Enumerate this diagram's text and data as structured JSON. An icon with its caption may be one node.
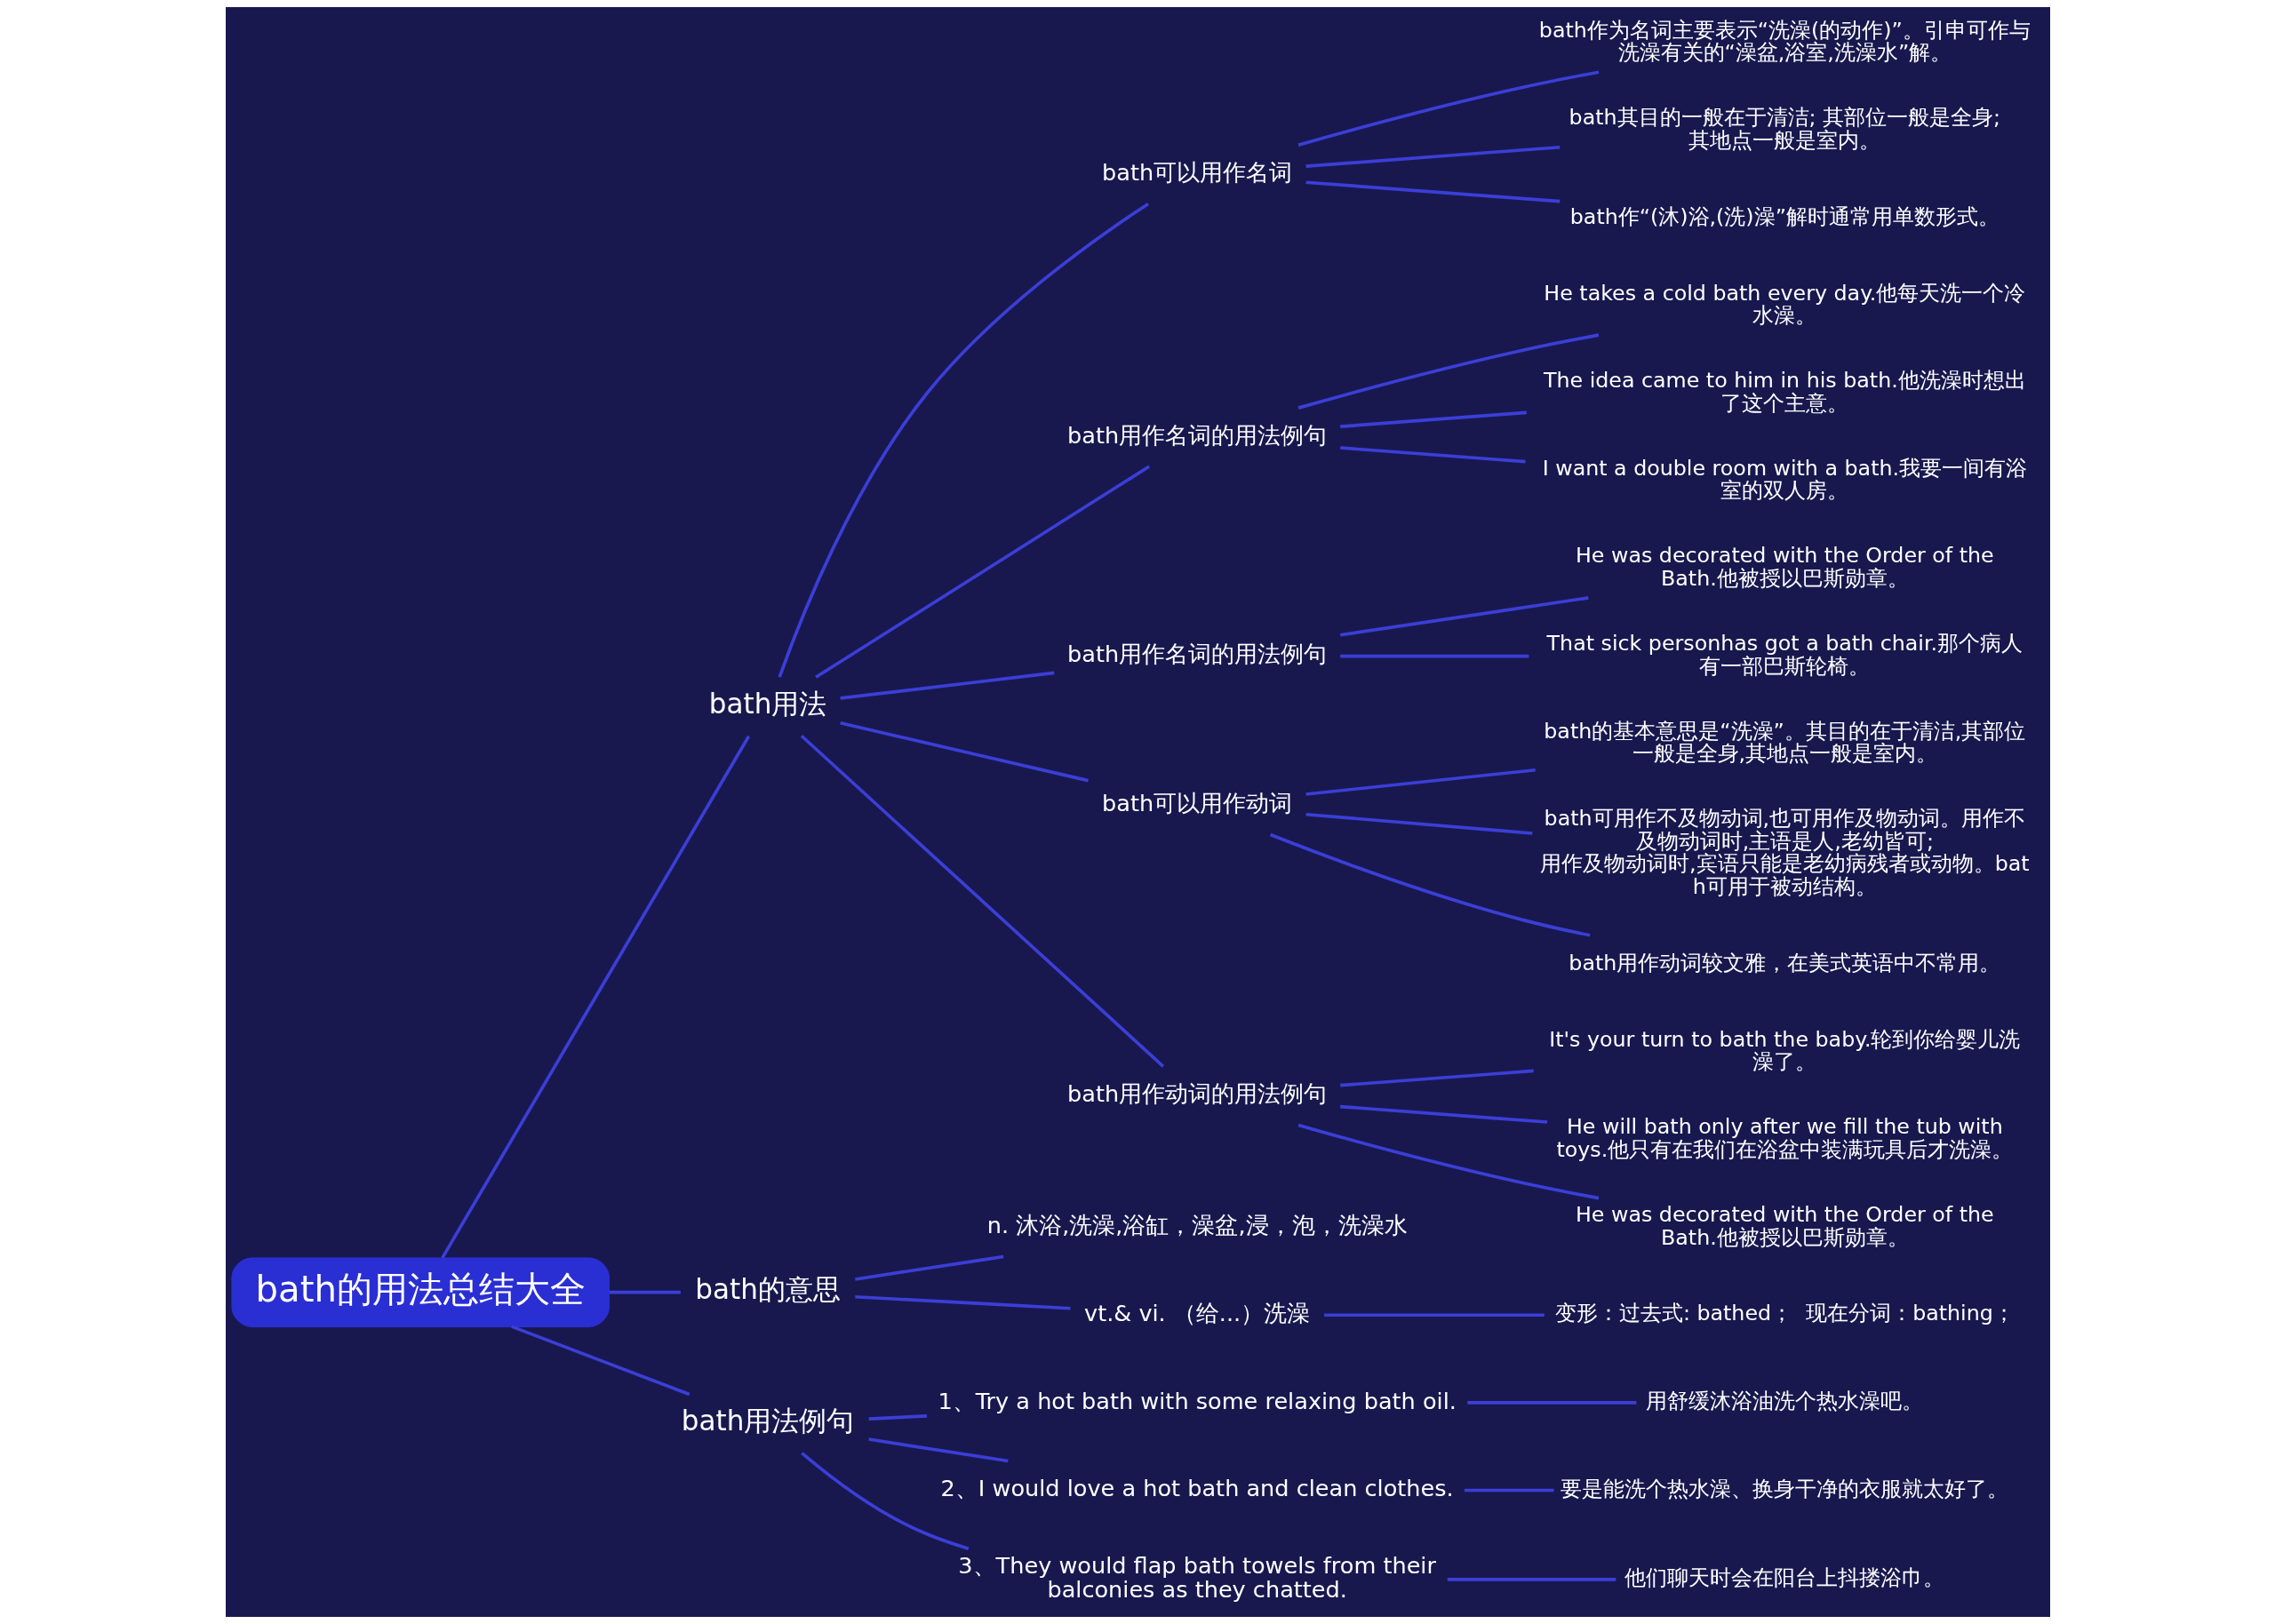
{
  "diagram": {
    "nodes": [
      {
        "text": [
          "bath的用法总结大全"
        ]
      },
      {
        "text": [
          "bath用法"
        ]
      },
      {
        "text": [
          "bath可以用作名词"
        ]
      },
      {
        "text": [
          "bath作为名词主要表示“洗澡(的动作)”。引申可作与洗澡有关的“澡盆,浴室,洗澡水”解。"
        ]
      },
      {
        "text": [
          "bath其目的一般在于清洁; 其部位一般是全身; 其地点一般是室内。"
        ]
      },
      {
        "text": [
          "bath作“(沐)浴,(洗)澡”解时通常用单数形式。"
        ]
      },
      {
        "text": [
          "bath用作名词的用法例句"
        ]
      },
      {
        "text": [
          "He takes a cold bath every day.他每天洗一个冷水澡。"
        ]
      },
      {
        "text": [
          "The idea came to him in his bath.他洗澡时想出了这个主意。"
        ]
      },
      {
        "text": [
          "I want a double room with a bath.我要一间有浴室的双人房。"
        ]
      },
      {
        "text": [
          "bath用作名词的用法例句"
        ]
      },
      {
        "text": [
          "He was decorated with the Order of the Bath.他被授以巴斯勋章。"
        ]
      },
      {
        "text": [
          "That sick personhas got a bath chair.那个病人有一部巴斯轮椅。"
        ]
      },
      {
        "text": [
          "bath可以用作动词"
        ]
      },
      {
        "text": [
          "bath的基本意思是“洗澡”。其目的在于清洁,其部位一般是全身,其地点一般是室内。"
        ]
      },
      {
        "text": [
          "bath可用作不及物动词,也可用作及物动词。用作不及物动词时,主语是人,老幼皆可; 用作及物动词时,宾语只能是老幼病残者或动物。bath可用于被动结构。"
        ]
      },
      {
        "text": [
          "bath用作动词较文雅，在美式英语中不常用。"
        ]
      },
      {
        "text": [
          "bath用作动词的用法例句"
        ]
      },
      {
        "text": [
          "It's your turn to bath the baby.轮到你给婴儿洗澡了。"
        ]
      },
      {
        "text": [
          "He will bath only after we fill the tub with toys.他只有在我们在浴盆中装满玩具后才洗澡。"
        ]
      },
      {
        "text": [
          "He was decorated with the Order of the Bath.他被授以巴斯勋章。"
        ]
      },
      {
        "text": [
          "bath的意思"
        ]
      },
      {
        "text": [
          "n. 沐浴,洗澡,浴缸，澡盆,浸，泡，洗澡水"
        ]
      },
      {
        "text": [
          "vt.& vi. （给...）洗澡"
        ]
      },
      {
        "text": [
          "变形：过去式: bathed；  现在分词：bathing；"
        ]
      },
      {
        "text": [
          "bath用法例句"
        ]
      },
      {
        "text": [
          "1、Try a hot bath with some relaxing bath oil."
        ]
      },
      {
        "text": [
          "用舒缓沐浴油洗个热水澡吧。"
        ]
      },
      {
        "text": [
          "2、I would love a hot bath and clean clothes."
        ]
      },
      {
        "text": [
          "要是能洗个热水澡、换身干净的衣服就太好了。"
        ]
      },
      {
        "text": [
          "3、They would flap bath towels from their balconies as they chatted."
        ]
      },
      {
        "text": [
          "他们聊天时会在阳台上抖搂浴巾。"
        ]
      }
    ],
    "edges": [
      {
        "from": 0,
        "to": 1,
        "arrow": "none"
      },
      {
        "from": 1,
        "to": 2,
        "arrow": "none"
      },
      {
        "from": 2,
        "to": 3,
        "arrow": "none"
      },
      {
        "from": 2,
        "to": 4,
        "arrow": "none"
      },
      {
        "from": 2,
        "to": 5,
        "arrow": "none"
      },
      {
        "from": 1,
        "to": 6,
        "arrow": "none"
      },
      {
        "from": 6,
        "to": 7,
        "arrow": "none"
      },
      {
        "from": 6,
        "to": 8,
        "arrow": "none"
      },
      {
        "from": 6,
        "to": 9,
        "arrow": "none"
      },
      {
        "from": 1,
        "to": 10,
        "arrow": "none"
      },
      {
        "from": 10,
        "to": 11,
        "arrow": "none"
      },
      {
        "from": 10,
        "to": 12,
        "arrow": "none"
      },
      {
        "from": 1,
        "to": 13,
        "arrow": "none"
      },
      {
        "from": 13,
        "to": 14,
        "arrow": "none"
      },
      {
        "from": 13,
        "to": 15,
        "arrow": "none"
      },
      {
        "from": 13,
        "to": 16,
        "arrow": "none"
      },
      {
        "from": 1,
        "to": 17,
        "arrow": "none"
      },
      {
        "from": 17,
        "to": 18,
        "arrow": "none"
      },
      {
        "from": 17,
        "to": 19,
        "arrow": "none"
      },
      {
        "from": 17,
        "to": 20,
        "arrow": "none"
      },
      {
        "from": 0,
        "to": 21,
        "arrow": "none"
      },
      {
        "from": 21,
        "to": 22,
        "arrow": "none"
      },
      {
        "from": 21,
        "to": 23,
        "arrow": "none"
      },
      {
        "from": 23,
        "to": 24,
        "arrow": "none"
      },
      {
        "from": 0,
        "to": 25,
        "arrow": "none"
      },
      {
        "from": 25,
        "to": 26,
        "arrow": "none"
      },
      {
        "from": 26,
        "to": 27,
        "arrow": "none"
      },
      {
        "from": 25,
        "to": 28,
        "arrow": "none"
      },
      {
        "from": 28,
        "to": 29,
        "arrow": "none"
      },
      {
        "from": 25,
        "to": 30,
        "arrow": "none"
      },
      {
        "from": 30,
        "to": 31,
        "arrow": "none"
      }
    ]
  }
}
